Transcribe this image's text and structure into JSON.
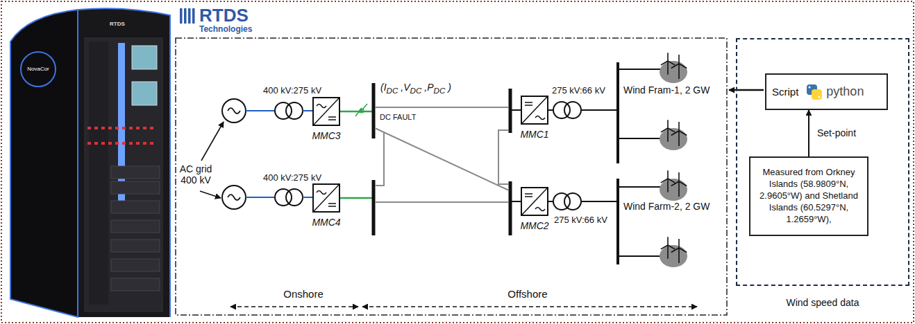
{
  "diagram": {
    "nodes": [
      {
        "text": [
          "MMC3"
        ]
      },
      {
        "text": [
          "MMC4"
        ]
      },
      {
        "text": [
          "MMC1"
        ]
      },
      {
        "text": [
          "MMC2"
        ]
      },
      {
        "text": [
          "Wind speed data"
        ]
      },
      {
        "text": [
          "Script",
          "python"
        ],
        "in": 4
      },
      {
        "text": [
          "Measured from Orkney Islands (58.9809°N, 2.9605°W) and Shetland Islands (60.5297°N, 1.2659°W),"
        ],
        "in": 4
      }
    ],
    "edges": [
      {
        "from": 6,
        "to": 5,
        "arrow": "to",
        "label": "Set-point"
      }
    ],
    "labels": [
      "RTDS",
      "Technologies",
      "RTDS",
      "NovaCor",
      "400 kV:275 kV",
      "AC grid 400 kV",
      "(IDC ,VDC ,PDC )",
      "DC FAULT",
      "275 kV:66 kV",
      "Wind Fram-1, 2 GW",
      "400 kV:275 kV",
      "Wind Farm-2, 2 GW",
      "275 kV:66 kV",
      "Onshore",
      "Offshore"
    ]
  }
}
